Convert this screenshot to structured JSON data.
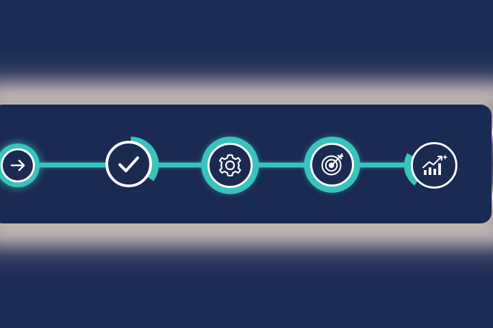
{
  "colors": {
    "background": "#1b2a52",
    "accent": "#39c3bc",
    "icon": "#ffffff",
    "glow": "#f3e2d2"
  },
  "steps": [
    {
      "icon": "arrow-right-icon",
      "progress": 1.0
    },
    {
      "icon": "checkmark-icon",
      "progress": 0.35
    },
    {
      "icon": "gear-icon",
      "progress": 1.0
    },
    {
      "icon": "target-icon",
      "progress": 1.0
    },
    {
      "icon": "growth-chart-icon",
      "progress": 0.2
    }
  ]
}
